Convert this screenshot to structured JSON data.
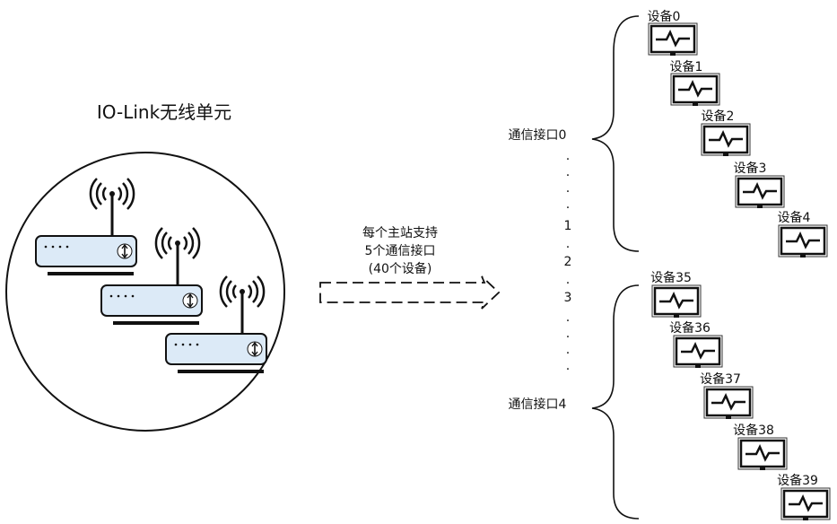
{
  "unit_title": "IO-Link无线单元",
  "arrow_text": [
    "每个主站支持",
    "5个通信接口",
    "(40个设备)"
  ],
  "port_top": "通信接口0",
  "port_bottom": "通信接口4",
  "middle_numbers": [
    "1",
    "2",
    "3"
  ],
  "group_top_devices": [
    "设备0",
    "设备1",
    "设备2",
    "设备3",
    "设备4"
  ],
  "group_bottom_devices": [
    "设备35",
    "设备36",
    "设备37",
    "设备38",
    "设备39"
  ]
}
